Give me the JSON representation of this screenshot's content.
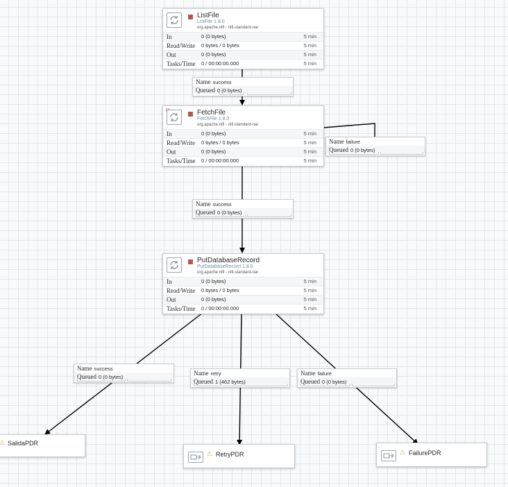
{
  "processors": [
    {
      "id": "listfile",
      "name": "ListFile",
      "type": "ListFile 1.8.0",
      "bundle": "org.apache.nifi - nifi-standard-nar",
      "status": "stopped",
      "stats": [
        {
          "label": "In",
          "value": "0 (0 bytes)",
          "time": "5 min"
        },
        {
          "label": "Read/Write",
          "value": "0 bytes / 0 bytes",
          "time": "5 min"
        },
        {
          "label": "Out",
          "value": "0 (0 bytes)",
          "time": "5 min"
        },
        {
          "label": "Tasks/Time",
          "value": "0 / 00:00:00.000",
          "time": "5 min"
        }
      ]
    },
    {
      "id": "fetchfile",
      "name": "FetchFile",
      "type": "FetchFile 1.8.0",
      "bundle": "org.apache.nifi - nifi-standard-nar",
      "status": "stopped",
      "stats": [
        {
          "label": "In",
          "value": "0 (0 bytes)",
          "time": "5 min"
        },
        {
          "label": "Read/Write",
          "value": "0 bytes / 0 bytes",
          "time": "5 min"
        },
        {
          "label": "Out",
          "value": "0 (0 bytes)",
          "time": "5 min"
        },
        {
          "label": "Tasks/Time",
          "value": "0 / 00:00:00.000",
          "time": "5 min"
        }
      ]
    },
    {
      "id": "putdatabaserecord",
      "name": "PutDatabaseRecord",
      "type": "PutDatabaseRecord 1.8.0",
      "bundle": "org.apache.nifi - nifi-standard-nar",
      "status": "stopped",
      "stats": [
        {
          "label": "In",
          "value": "0 (0 bytes)",
          "time": "5 min"
        },
        {
          "label": "Read/Write",
          "value": "0 bytes / 0 bytes",
          "time": "5 min"
        },
        {
          "label": "Out",
          "value": "0 (0 bytes)",
          "time": "5 min"
        },
        {
          "label": "Tasks/Time",
          "value": "0 / 00:00:00.000",
          "time": "5 min"
        }
      ]
    }
  ],
  "connections": [
    {
      "name_label": "Name",
      "name": "success",
      "queued_label": "Queued",
      "queued": "0 (0 bytes)"
    },
    {
      "name_label": "Name",
      "name": "failure",
      "queued_label": "Queued",
      "queued": "0 (0 bytes)"
    },
    {
      "name_label": "Name",
      "name": "success",
      "queued_label": "Queued",
      "queued": "0 (0 bytes)"
    },
    {
      "name_label": "Name",
      "name": "success",
      "queued_label": "Queued",
      "queued": "0 (0 bytes)"
    },
    {
      "name_label": "Name",
      "name": "retry",
      "queued_label": "Queued",
      "queued": "1 (462 bytes)"
    },
    {
      "name_label": "Name",
      "name": "failure",
      "queued_label": "Queued",
      "queued": "0 (0 bytes)"
    }
  ],
  "ports": [
    {
      "name": "SalidaPDR",
      "warning_icon": "warning-icon"
    },
    {
      "name": "RetryPDR",
      "warning_icon": "warning-icon"
    },
    {
      "name": "FailurePDR",
      "warning_icon": "warning-icon"
    }
  ],
  "colors": {
    "stopped": "#ba554a",
    "warning": "#e0a33a",
    "type_text": "#728e9b",
    "grid": "#e4e6e8",
    "canvas": "#f9fafb"
  }
}
